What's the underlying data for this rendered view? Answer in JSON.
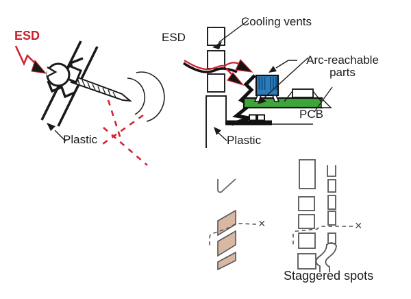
{
  "figure_type": "ESD design illustration",
  "colors": {
    "esd_red": "#c9202c",
    "pcb_green": "#3ea53b",
    "heatsink_blue": "#2b7cbd",
    "heatsink_fin_dark": "#134e7e",
    "louver_tan": "#d8b8a2",
    "ink_black": "#1a1a1a",
    "ink_gray": "#555555"
  },
  "top_left": {
    "esd_label": "ESD",
    "plastic_label": "Plastic"
  },
  "top_right": {
    "esd_label": "ESD",
    "cooling_vents_label": "Cooling vents",
    "arc_reachable_label": "Arc-reachable",
    "parts_label": "parts",
    "pcb_label": "PCB",
    "plastic_label": "Plastic"
  },
  "bottom_left": {
    "blocked_marker": "×"
  },
  "bottom_right": {
    "blocked_marker": "×",
    "caption": "Staggered spots"
  }
}
